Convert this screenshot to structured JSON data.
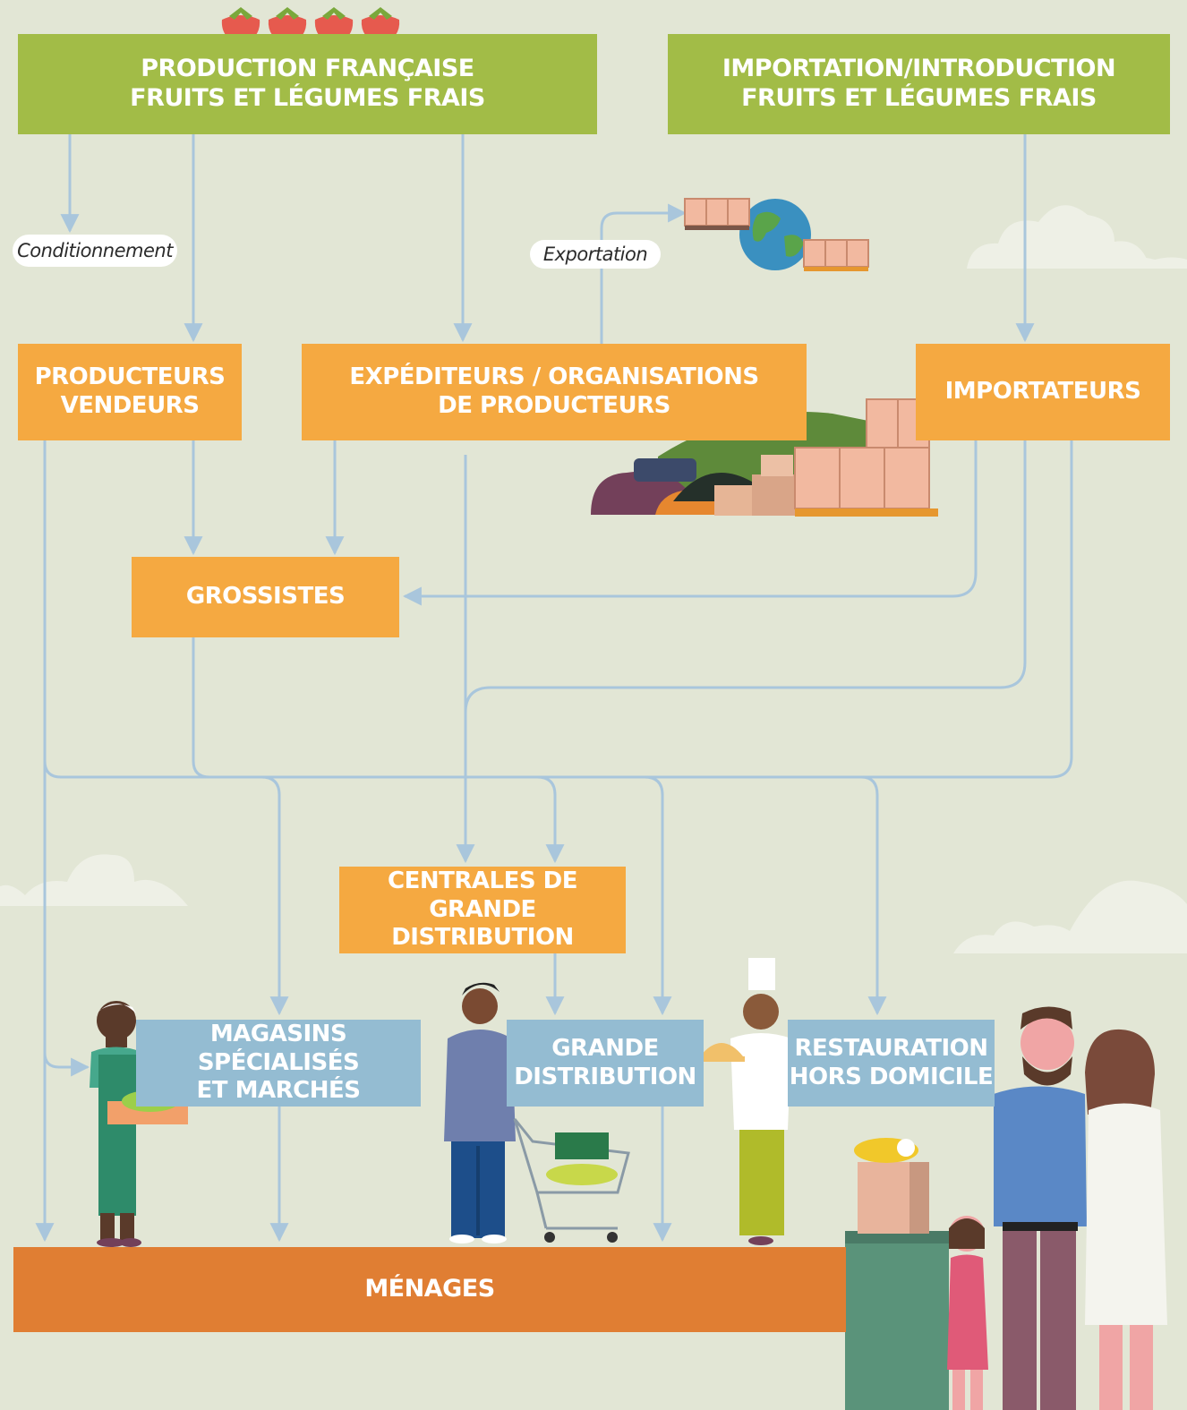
{
  "boxes": {
    "production_fr": [
      "PRODUCTION FRANÇAISE",
      "FRUITS ET LÉGUMES FRAIS"
    ],
    "importation": [
      "IMPORTATION/INTRODUCTION",
      "FRUITS ET LÉGUMES FRAIS"
    ],
    "producteurs_vendeurs": [
      "PRODUCTEURS",
      "VENDEURS"
    ],
    "expediteurs": [
      "EXPÉDITEURS / ORGANISATIONS",
      "DE PRODUCTEURS"
    ],
    "importateurs": [
      "IMPORTATEURS"
    ],
    "grossistes": [
      "GROSSISTES"
    ],
    "centrales": [
      "CENTRALES DE",
      "GRANDE DISTRIBUTION"
    ],
    "magasins": [
      "MAGASINS SPÉCIALISÉS",
      "ET MARCHÉS"
    ],
    "grande_distribution": [
      "GRANDE",
      "DISTRIBUTION"
    ],
    "restauration": [
      "RESTAURATION",
      "HORS DOMICILE"
    ],
    "menages": [
      "MÉNAGES"
    ]
  },
  "labels": {
    "conditionnement": "Conditionnement",
    "exportation": "Exportation"
  },
  "icons": [
    "strawberry-icon",
    "globe-icon",
    "crate-icon",
    "cloud-icon",
    "farmer-illustration",
    "shopper-illustration",
    "chef-illustration",
    "family-illustration",
    "produce-heap-illustration",
    "grocery-bag-illustration"
  ],
  "colors": {
    "background": "#e2e6d5",
    "green_box": "#a2bc47",
    "orange_box": "#f5a941",
    "blue_box": "#94bcd2",
    "households_box": "#e07e33",
    "arrows": "#a9c6dc"
  }
}
